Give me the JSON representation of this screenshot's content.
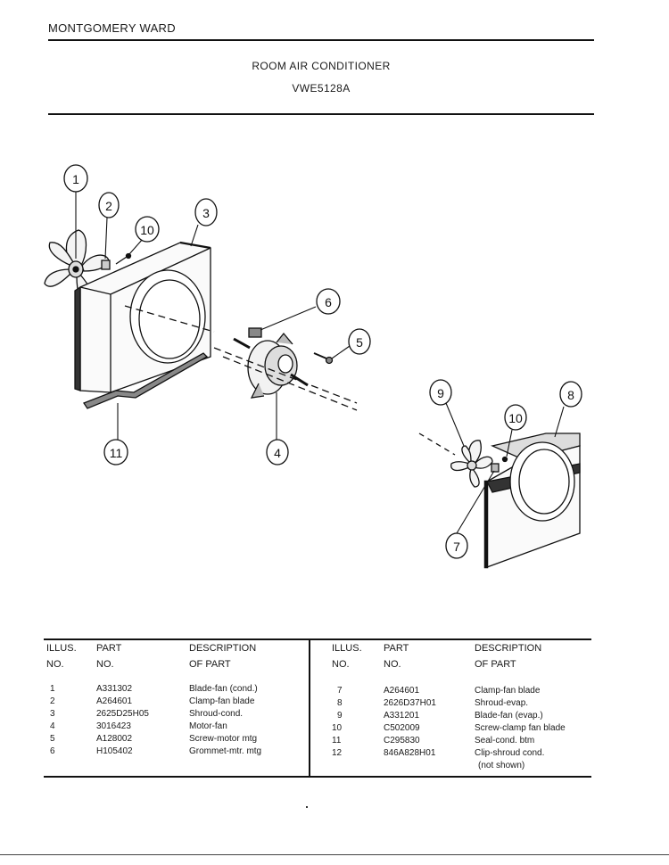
{
  "header": {
    "brand": "MONTGOMERY WARD",
    "title": "ROOM AIR CONDITIONER",
    "model": "VWE5128A"
  },
  "callouts": [
    "1",
    "2",
    "10",
    "3",
    "6",
    "5",
    "4",
    "11",
    "9",
    "8",
    "10",
    "7"
  ],
  "table": {
    "headers": {
      "illus_1": "ILLUS.",
      "illus_2": "NO.",
      "part_1": "PART",
      "part_2": "NO.",
      "desc_1": "DESCRIPTION",
      "desc_2": "OF PART"
    },
    "left_rows": [
      {
        "illus": "1",
        "part": "A331302",
        "desc": "Blade-fan (cond.)"
      },
      {
        "illus": "2",
        "part": "A264601",
        "desc": "Clamp-fan blade"
      },
      {
        "illus": "3",
        "part": "2625D25H05",
        "desc": "Shroud-cond."
      },
      {
        "illus": "4",
        "part": "3016423",
        "desc": "Motor-fan"
      },
      {
        "illus": "5",
        "part": "A128002",
        "desc": "Screw-motor mtg"
      },
      {
        "illus": "6",
        "part": "H105402",
        "desc": "Grommet-mtr. mtg"
      }
    ],
    "right_rows": [
      {
        "illus": "7",
        "part": "A264601",
        "desc": "Clamp-fan blade"
      },
      {
        "illus": "8",
        "part": "2626D37H01",
        "desc": "Shroud-evap."
      },
      {
        "illus": "9",
        "part": "A331201",
        "desc": "Blade-fan (evap.)"
      },
      {
        "illus": "10",
        "part": "C502009",
        "desc": "Screw-clamp fan blade"
      },
      {
        "illus": "11",
        "part": "C295830",
        "desc": "Seal-cond. btm"
      },
      {
        "illus": "12",
        "part": "846A828H01",
        "desc": "Clip-shroud cond."
      },
      {
        "illus": "",
        "part": "",
        "desc": "(not shown)"
      }
    ]
  }
}
